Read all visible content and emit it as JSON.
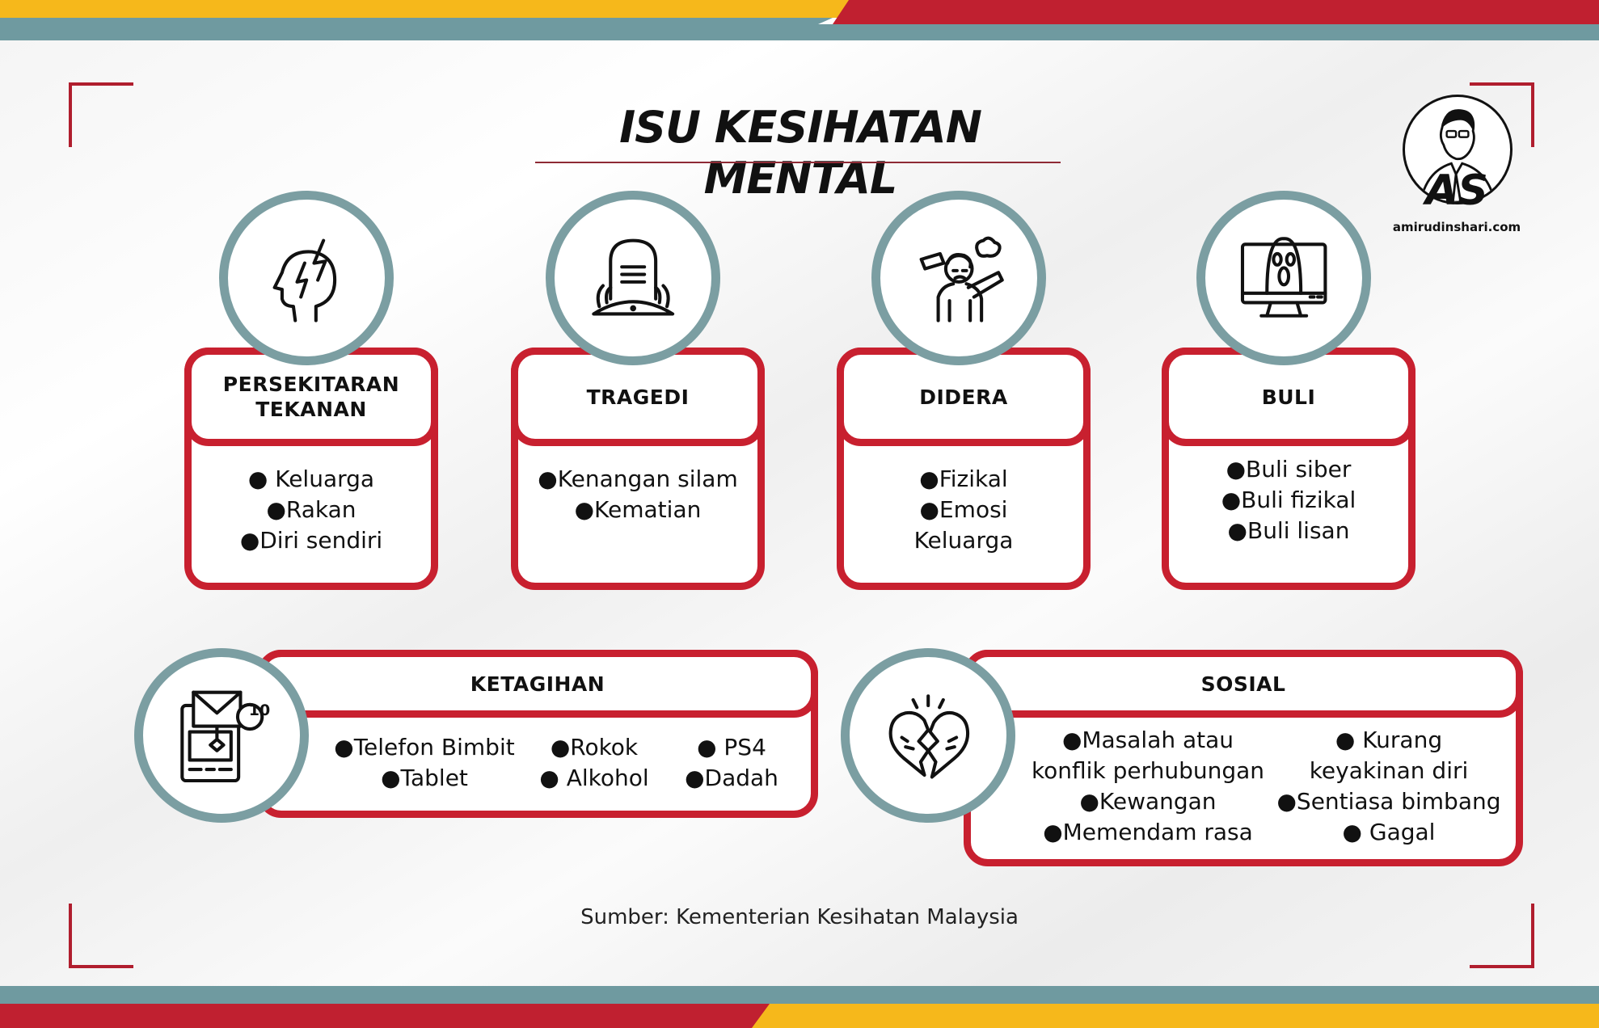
{
  "title": "ISU KESIHATAN MENTAL",
  "logo": {
    "initials": "AS",
    "site": "amirudinshari.com"
  },
  "cards": [
    {
      "title": "PERSEKITARAN TEKANAN",
      "icon": "head-stress-icon",
      "items": [
        "● Keluarga",
        "●Rakan",
        "●Diri sendiri"
      ]
    },
    {
      "title": "TRAGEDI",
      "icon": "gravestone-icon",
      "items": [
        "●Kenangan silam",
        "●Kematian"
      ]
    },
    {
      "title": "DIDERA",
      "icon": "abused-person-icon",
      "items": [
        "●Fizikal",
        "●Emosi",
        "Keluarga"
      ]
    },
    {
      "title": "BULI",
      "icon": "cyberbully-screen-icon",
      "items": [
        "●Buli siber",
        "●Buli fizikal",
        "●Buli lisan"
      ]
    }
  ],
  "ketagihan": {
    "title": "KETAGIHAN",
    "icon": "phone-message-icon",
    "badge": "10",
    "columns": [
      [
        "●Telefon Bimbit",
        "●Tablet"
      ],
      [
        "●Rokok",
        "● Alkohol"
      ],
      [
        "● PS4",
        "●Dadah"
      ]
    ]
  },
  "sosial": {
    "title": "SOSIAL",
    "icon": "broken-heart-icon",
    "columns": [
      [
        "●Masalah atau",
        "konflik perhubungan",
        "●Kewangan",
        "●Memendam rasa"
      ],
      [
        "● Kurang",
        "keyakinan diri",
        "●Sentiasa bimbang",
        "● Gagal"
      ]
    ]
  },
  "source": "Sumber: Kementerian Kesihatan Malaysia",
  "colors": {
    "red": "#c8202f",
    "teal": "#6f9aa0",
    "yellow": "#f6b81b",
    "circle_border": "#7b9ea2"
  }
}
